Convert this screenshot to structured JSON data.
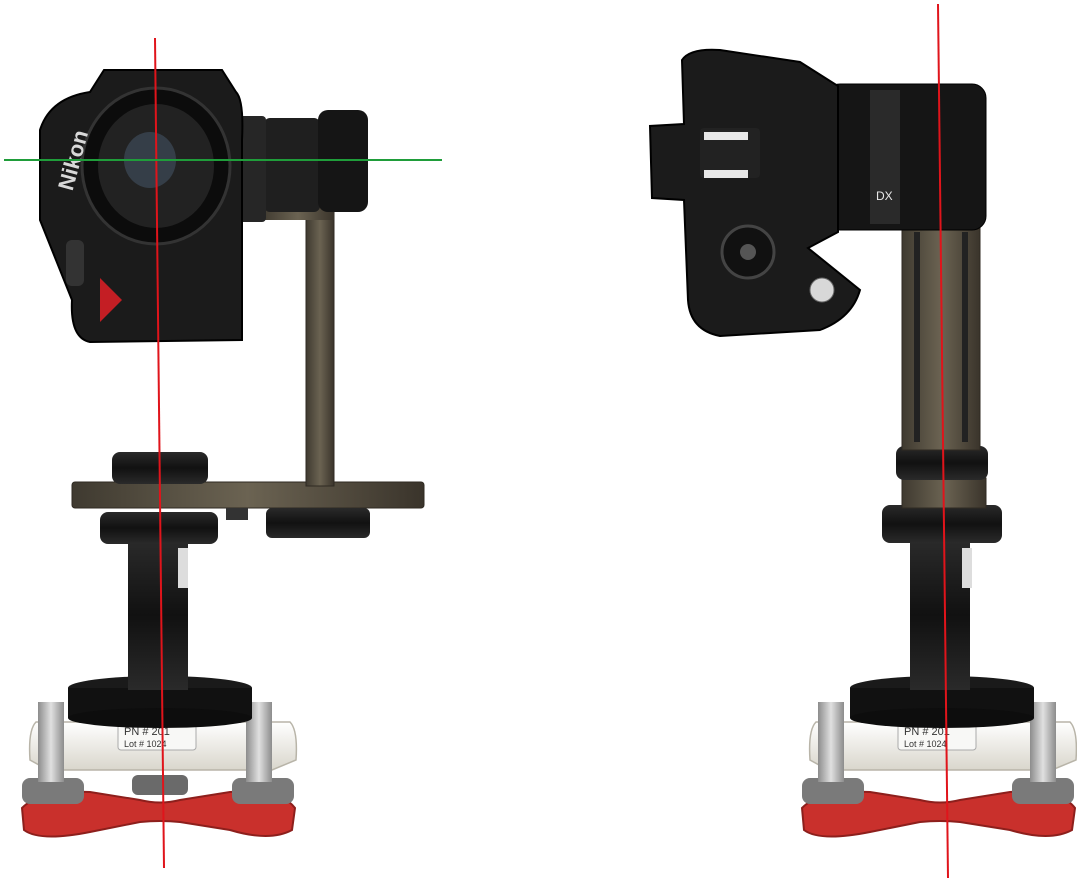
{
  "image": {
    "description_labels": {
      "brand_text": "Nikon",
      "label_pn": "PN # 201",
      "label_lot": "Lot # 1024",
      "label_pn_right": "PN # 201",
      "label_lot_right": "Lot # 1024",
      "lens_badge": "DX"
    },
    "colors": {
      "background": "#ffffff",
      "camera_body": "#1b1b1b",
      "bracket": "#5c5444",
      "tribrach_white": "#f1efe9",
      "tribrach_red": "#c9302c",
      "axis_red": "#e0141b",
      "axis_green": "#1f9d3a"
    }
  }
}
